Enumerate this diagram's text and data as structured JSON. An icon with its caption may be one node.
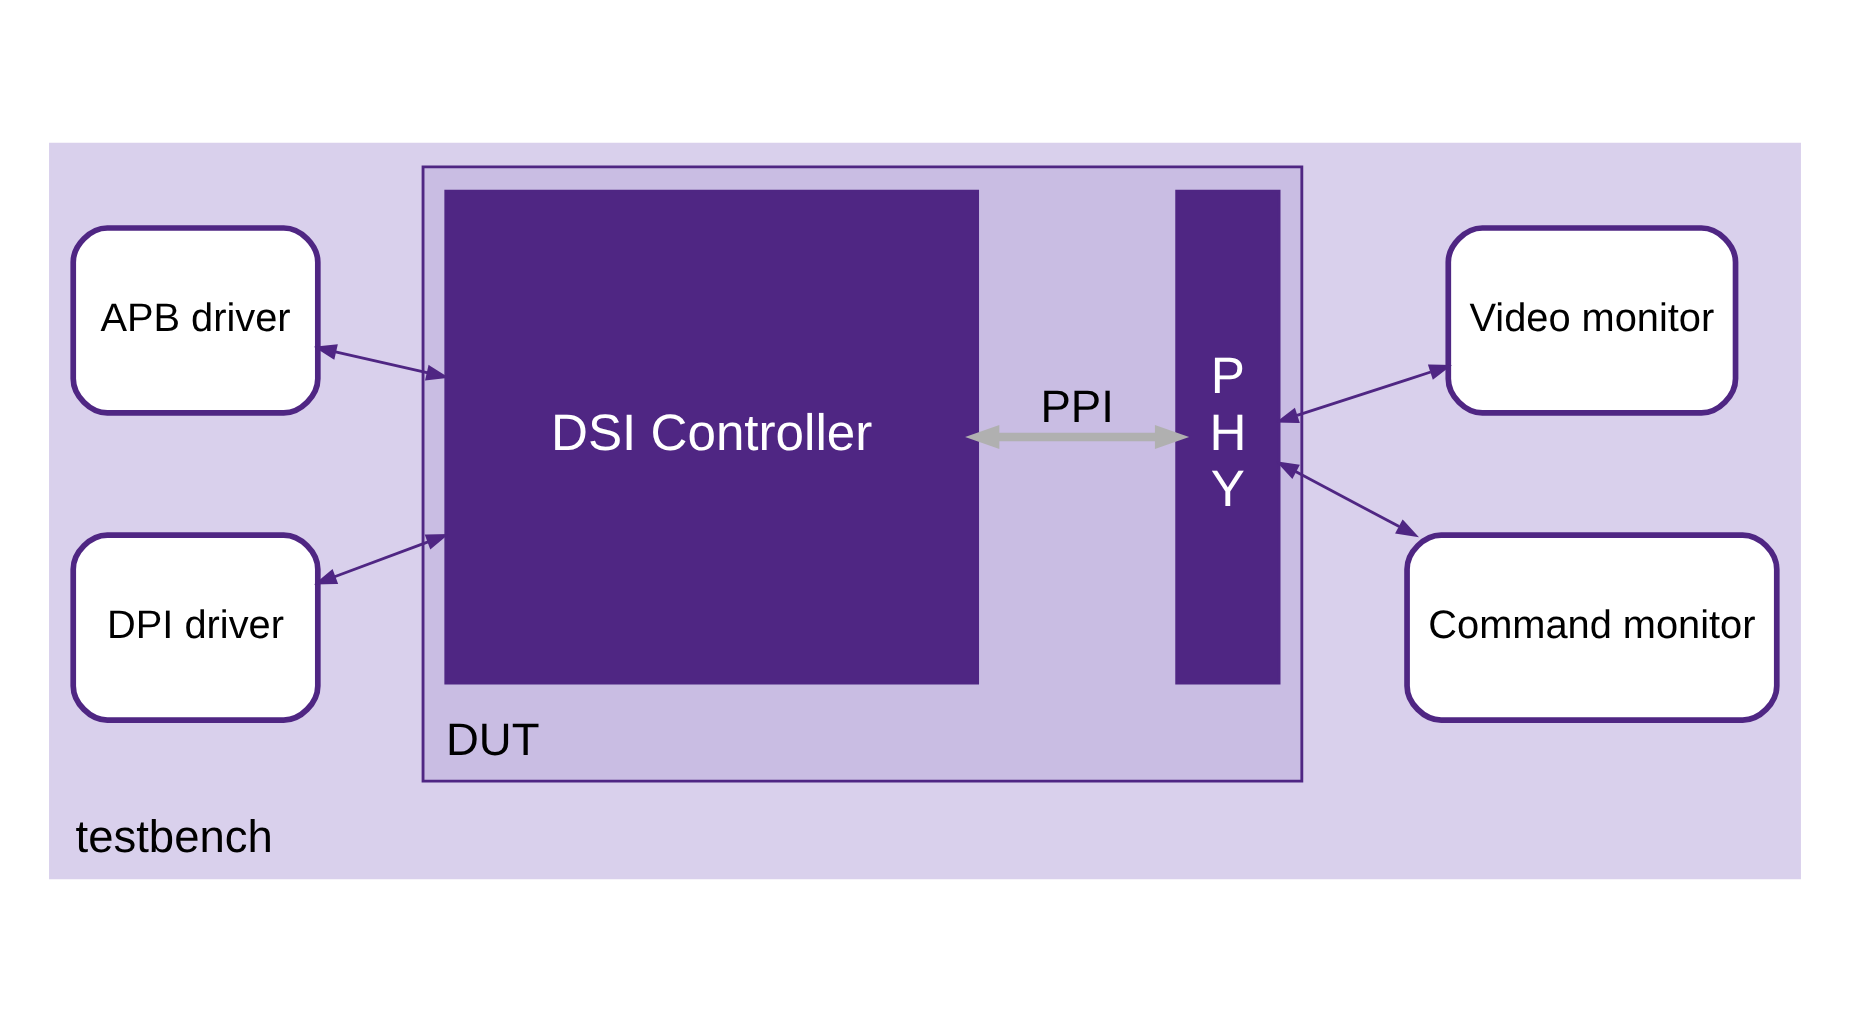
{
  "diagram": {
    "nodes": [
      {
        "text": [
          "testbench"
        ]
      },
      {
        "text": [
          "DUT"
        ],
        "in": 0
      },
      {
        "text": [
          "DSI Controller"
        ],
        "in": 1
      },
      {
        "text": [
          "P H Y"
        ],
        "in": 1
      },
      {
        "text": [
          "APB driver"
        ],
        "in": 0
      },
      {
        "text": [
          "DPI driver"
        ],
        "in": 0
      },
      {
        "text": [
          "Command monitor"
        ],
        "in": 0
      },
      {
        "text": [
          "Video monitor"
        ],
        "in": 0
      }
    ],
    "edges": [
      {
        "from": 4,
        "to": 2,
        "arrow": "both"
      },
      {
        "from": 5,
        "to": 2,
        "arrow": "both"
      },
      {
        "from": 2,
        "to": 3,
        "arrow": "both",
        "label": "PPI",
        "style": "thick",
        "color": "#b0b0b0"
      },
      {
        "from": 3,
        "to": 6,
        "arrow": "both"
      },
      {
        "from": 3,
        "to": 7,
        "arrow": "both"
      }
    ]
  }
}
